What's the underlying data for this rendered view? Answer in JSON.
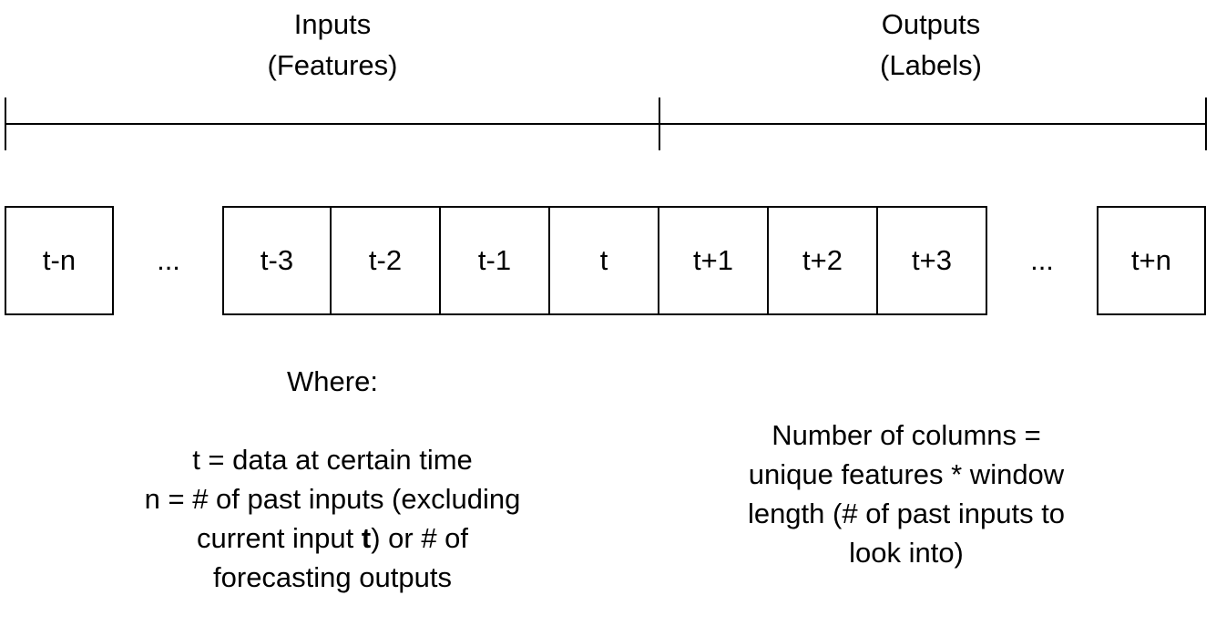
{
  "inputs": {
    "title": "Inputs",
    "subtitle": "(Features)"
  },
  "outputs": {
    "title": "Outputs",
    "subtitle": "(Labels)"
  },
  "timeline": {
    "cells": [
      "t-n",
      "...",
      "t-3",
      "t-2",
      "t-1",
      "t",
      "t+1",
      "t+2",
      "t+3",
      "...",
      "t+n"
    ]
  },
  "where_note": {
    "heading": "Where:",
    "line1": "t = data at certain time",
    "line2": "n = # of past inputs (excluding",
    "line3_pre": "current input ",
    "line3_bold": "t",
    "line3_post": ") or # of",
    "line4": "forecasting outputs"
  },
  "columns_note": {
    "line1": "Number of columns =",
    "line2": "unique features * window",
    "line3": "length (# of past inputs to",
    "line4": "look into)"
  }
}
